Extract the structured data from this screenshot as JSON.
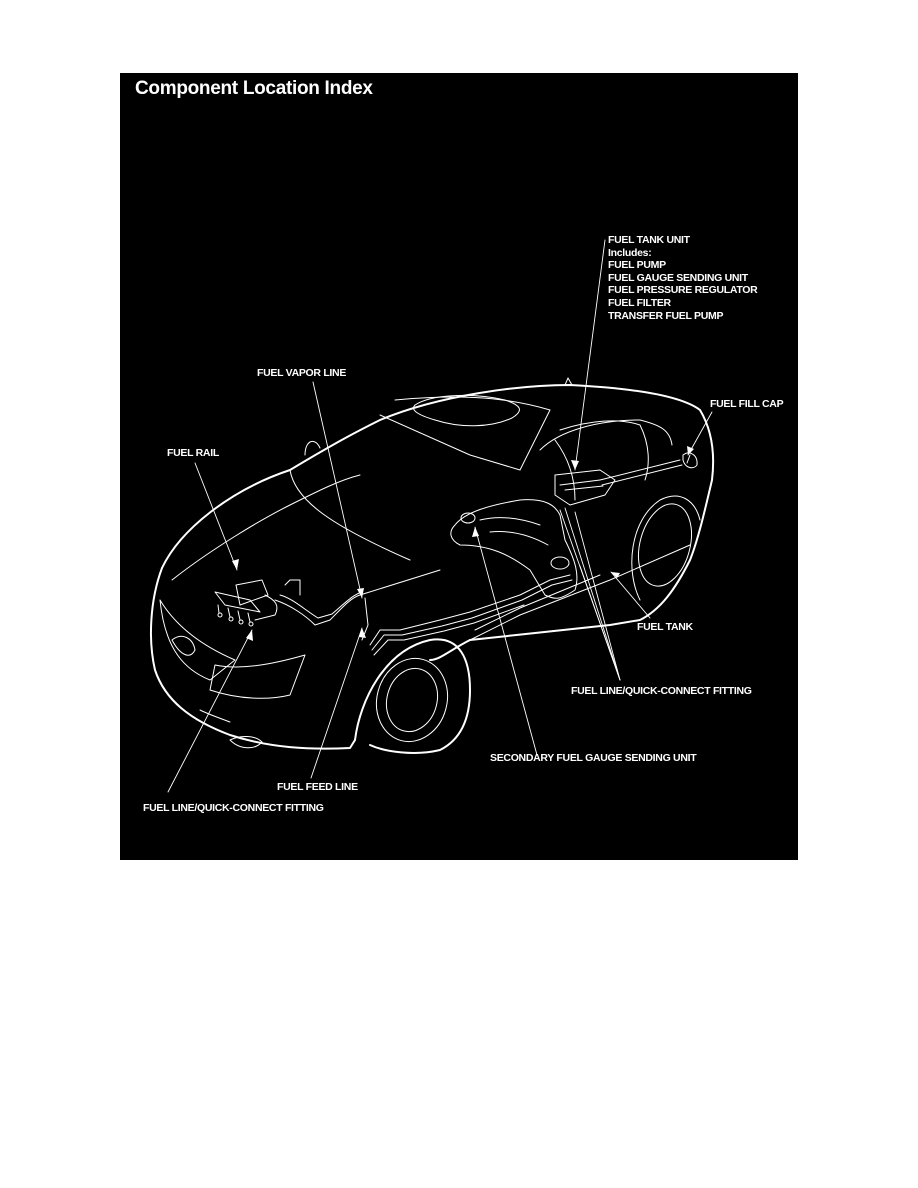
{
  "title": "Component Location Index",
  "colors": {
    "background": "#000000",
    "foreground": "#ffffff",
    "page": "#ffffff"
  },
  "labels": {
    "fuel_tank_unit": {
      "heading": "FUEL TANK UNIT",
      "includes_label": "Includes:",
      "items": [
        "FUEL PUMP",
        "FUEL GAUGE SENDING UNIT",
        "FUEL PRESSURE REGULATOR",
        "FUEL FILTER",
        "TRANSFER FUEL PUMP"
      ]
    },
    "fuel_vapor_line": "FUEL VAPOR LINE",
    "fuel_fill_cap": "FUEL FILL CAP",
    "fuel_rail": "FUEL RAIL",
    "fuel_tank": "FUEL TANK",
    "fuel_line_quick_connect_rear": "FUEL LINE/QUICK-CONNECT FITTING",
    "secondary_fuel_gauge_sending_unit": "SECONDARY FUEL GAUGE SENDING UNIT",
    "fuel_feed_line": "FUEL FEED LINE",
    "fuel_line_quick_connect_front": "FUEL LINE/QUICK-CONNECT FITTING"
  }
}
